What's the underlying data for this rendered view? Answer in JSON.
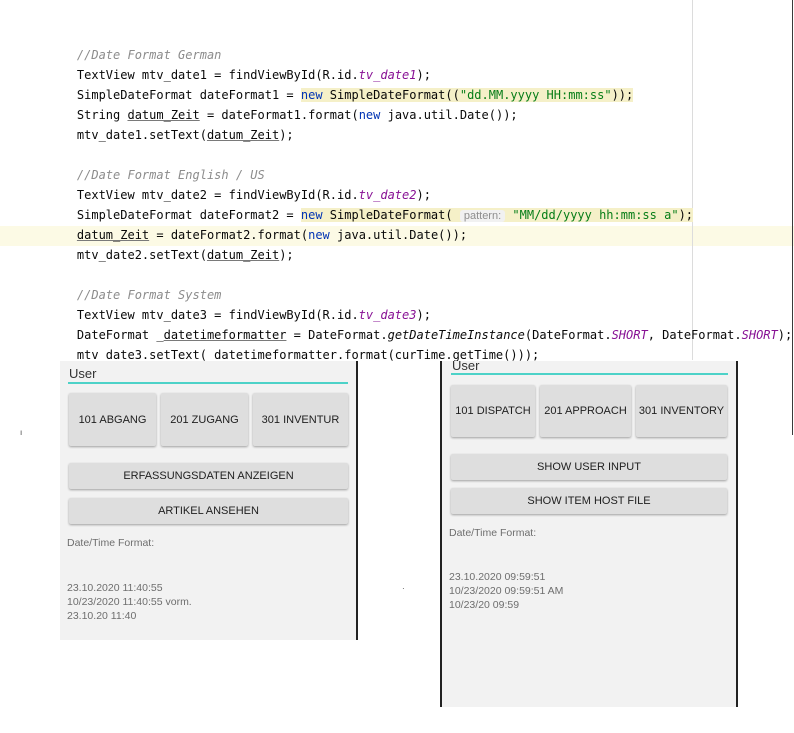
{
  "code": {
    "comment_german": "//Date Format German",
    "comment_us": "//Date Format English / US",
    "comment_system": "//Date Format System",
    "hint_pattern": "pattern:",
    "l1": {
      "a": "TextView mtv_date1 = findViewById(R.id.",
      "b": "tv_date1",
      "c": ");"
    },
    "l2": {
      "a": "SimpleDateFormat dateFormat1 = ",
      "kw": "new",
      "b": " SimpleDateFormat((",
      "s": "\"dd.MM.yyyy HH:mm:ss\"",
      "c": "));"
    },
    "l3": {
      "a": "String ",
      "u": "datum_Zeit",
      "b": " = dateFormat1.format(",
      "kw": "new",
      "c": " java.util.Date());"
    },
    "l4": {
      "a": "mtv_date1.setText(",
      "u": "datum_Zeit",
      "c": ");"
    },
    "l5": {
      "a": "TextView mtv_date2 = findViewById(R.id.",
      "b": "tv_date2",
      "c": ");"
    },
    "l6": {
      "a": "SimpleDateFormat dateFormat2 = ",
      "kw": "new",
      "b": " SimpleDateFormat( ",
      "s": "\"MM/dd/yyyy hh:mm:ss a\"",
      "c": ");"
    },
    "l7": {
      "u": "datum_Zeit",
      "b": " = dateFormat2.format(",
      "kw": "new",
      "c": " java.util.Date());"
    },
    "l8": {
      "a": "mtv_date2.setText(",
      "u": "datum_Zeit",
      "c": ");"
    },
    "l9": {
      "a": "TextView mtv_date3 = findViewById(R.id.",
      "b": "tv_date3",
      "c": ");"
    },
    "l10": {
      "a": "DateFormat _",
      "u": "datetimeformatter",
      "b": " = DateFormat.",
      "m": "getDateTimeInstance",
      "c": "(DateFormat.",
      "f1": "SHORT",
      "d": ", DateFormat.",
      "f2": "SHORT",
      "e": ");"
    },
    "l11": {
      "a": "mtv_date3.setText(_datetimeformatter.format(curTime.getTime()));"
    }
  },
  "phone_left": {
    "user": "User",
    "btn1": "101 ABGANG",
    "btn2": "201 ZUGANG",
    "btn3": "301 INVENTUR",
    "btn_show_input": "ERFASSUNGSDATEN ANZEIGEN",
    "btn_show_item": "ARTIKEL ANSEHEN",
    "caption": "Date/Time Format:",
    "date1": "23.10.2020 11:40:55",
    "date2": "10/23/2020 11:40:55 vorm.",
    "date3": "23.10.20 11:40"
  },
  "phone_right": {
    "user": "User",
    "btn1": "101 DISPATCH",
    "btn2": "201 APPROACH",
    "btn3": "301 INVENTORY",
    "btn_show_input": "SHOW USER INPUT",
    "btn_show_item": "SHOW ITEM HOST FILE",
    "caption": "Date/Time Format:",
    "date1": "23.10.2020 09:59:51",
    "date2": "10/23/2020 09:59:51 AM",
    "date3": "10/23/20 09:59"
  },
  "colors": {
    "underline_accent": "#4dd2c8",
    "keyword": "#0033b3",
    "string": "#067d17",
    "field": "#871094"
  }
}
